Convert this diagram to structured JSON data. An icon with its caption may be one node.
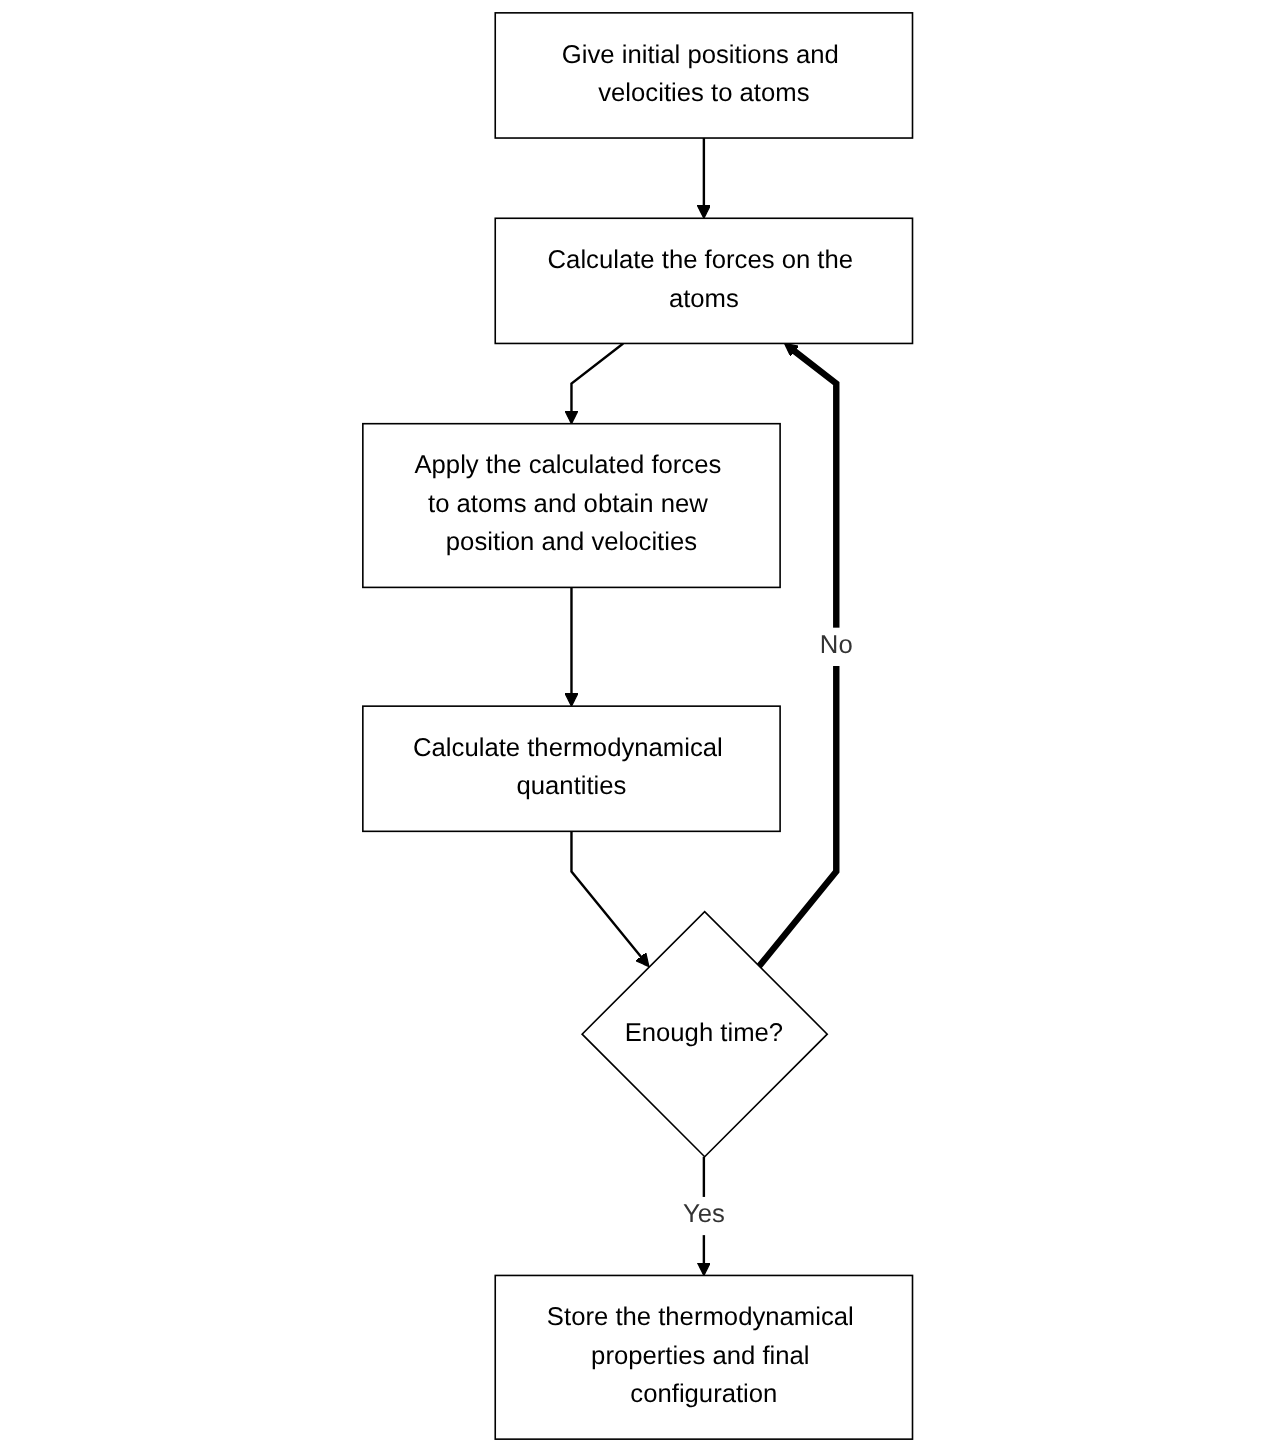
{
  "diagram": {
    "nodes": [
      {
        "text": [
          "Give initial positions and velocities to atoms"
        ]
      },
      {
        "text": [
          "Calculate the forces on the atoms"
        ]
      },
      {
        "text": [
          "Apply the calculated forces to atoms and obtain new position and velocities"
        ]
      },
      {
        "text": [
          "Calculate thermodynamical quantities"
        ]
      },
      {
        "text": [
          "Enough time?"
        ]
      },
      {
        "text": [
          "Store the thermodynamical properties and final configuration"
        ]
      }
    ],
    "edges": [
      {
        "from": 0,
        "to": 1,
        "arrow": "to"
      },
      {
        "from": 1,
        "to": 2,
        "arrow": "to"
      },
      {
        "from": 2,
        "to": 3,
        "arrow": "to"
      },
      {
        "from": 3,
        "to": 4,
        "arrow": "to"
      },
      {
        "from": 4,
        "to": 1,
        "arrow": "to",
        "label": "No",
        "style": "thick"
      },
      {
        "from": 4,
        "to": 5,
        "arrow": "to",
        "label": "Yes"
      }
    ]
  }
}
